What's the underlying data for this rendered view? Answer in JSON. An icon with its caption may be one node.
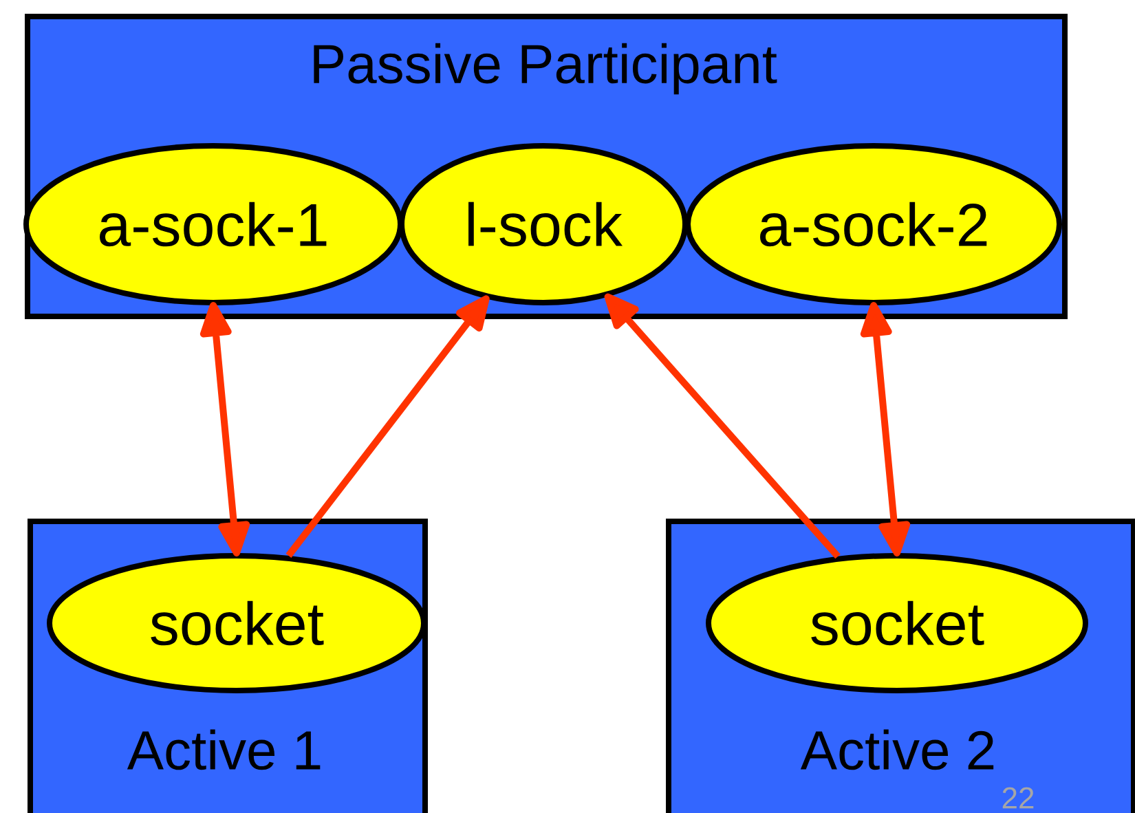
{
  "diagram": {
    "nodes": [
      {
        "text": [
          "Passive Participant"
        ]
      },
      {
        "text": [
          "a-sock-1"
        ],
        "in": 0
      },
      {
        "text": [
          "l-sock"
        ],
        "in": 0
      },
      {
        "text": [
          "a-sock-2"
        ],
        "in": 0
      },
      {
        "text": [
          "Active 1"
        ]
      },
      {
        "text": [
          "socket"
        ],
        "in": 4
      },
      {
        "text": [
          "Active 2"
        ]
      },
      {
        "text": [
          "socket"
        ],
        "in": 6
      }
    ],
    "edges": [
      {
        "from": 1,
        "to": 5,
        "arrow": "both"
      },
      {
        "from": 5,
        "to": 2,
        "arrow": "to"
      },
      {
        "from": 7,
        "to": 2,
        "arrow": "to"
      },
      {
        "from": 3,
        "to": 7,
        "arrow": "both"
      }
    ],
    "labels": [
      "22"
    ]
  }
}
